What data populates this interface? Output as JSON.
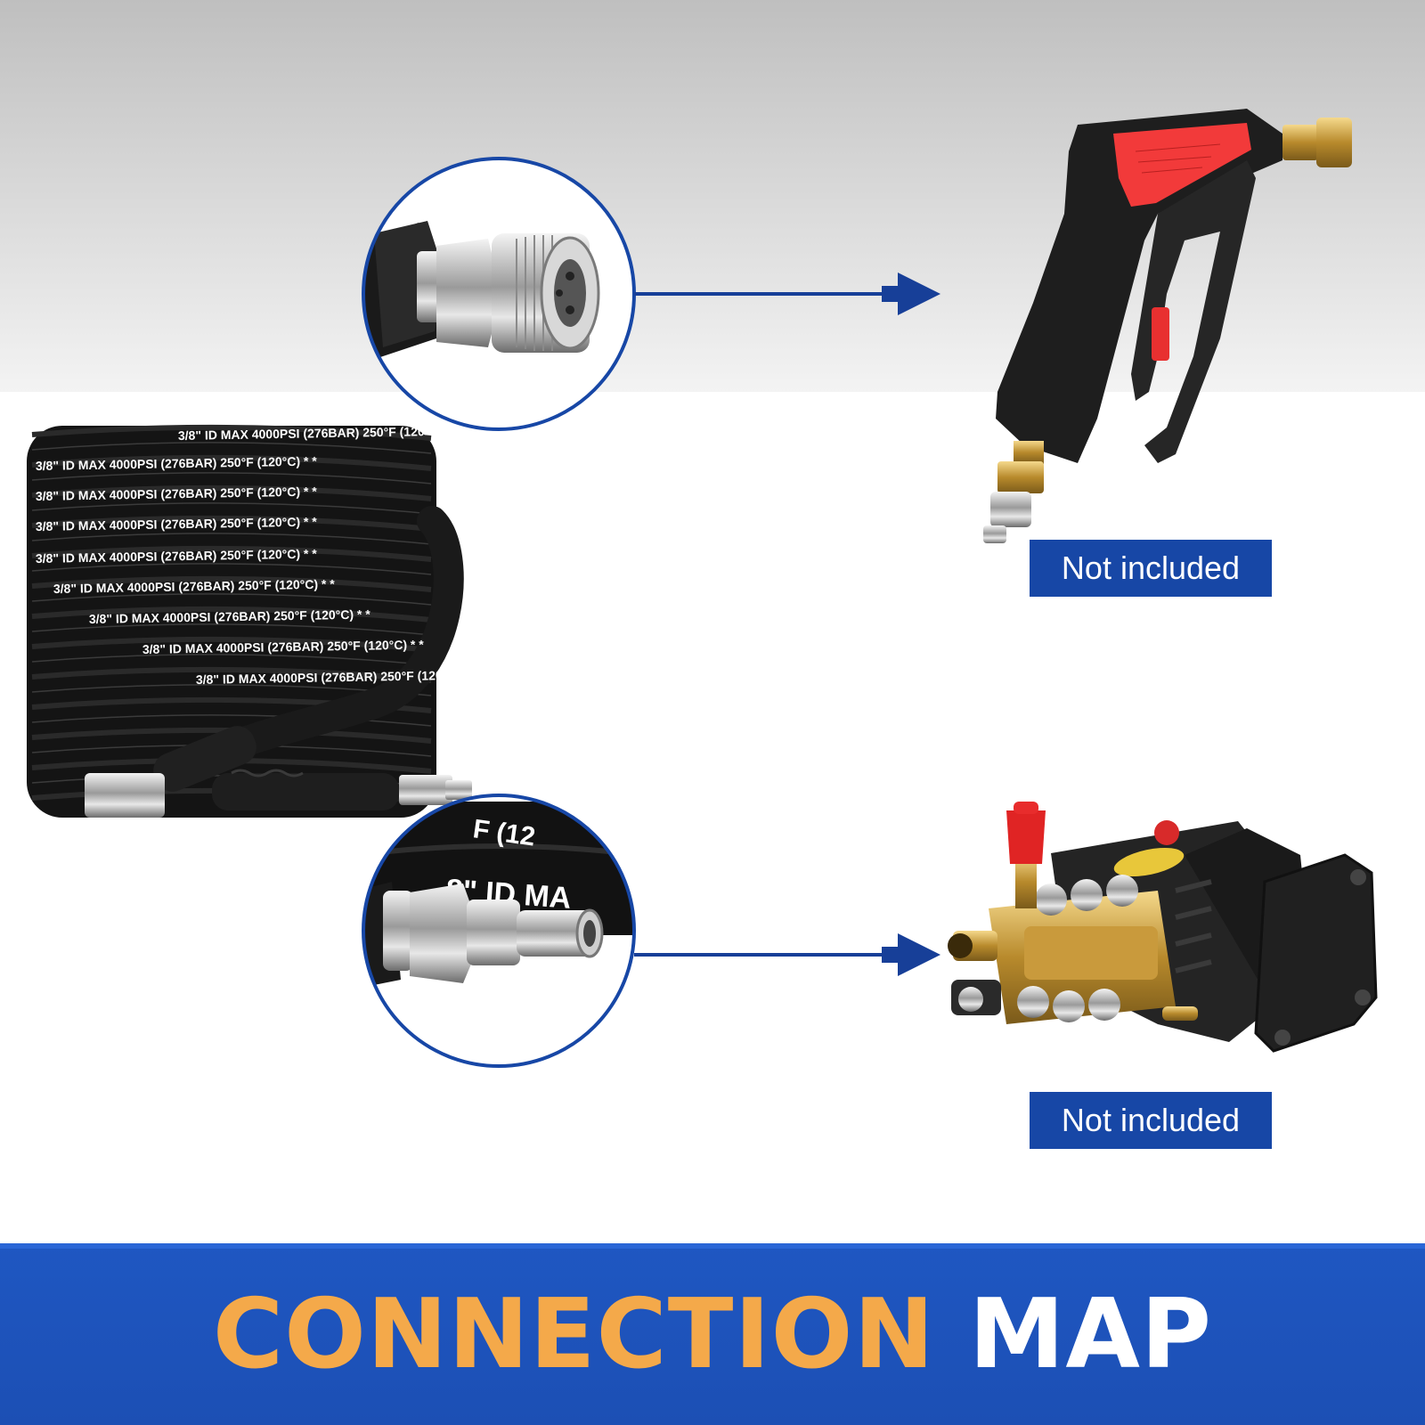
{
  "colors": {
    "accent_blue": "#1747a6",
    "arrow_blue": "#173f98",
    "banner_orange": "#f4a94a",
    "banner_white": "#ffffff",
    "trigger_red": "#f23a3a"
  },
  "icons": {
    "spray_gun": "spray-gun-icon",
    "pump": "pressure-washer-pump-icon",
    "hose": "hose-coil-icon",
    "female_coupler": "female-quick-connect-icon",
    "male_plug": "male-quick-connect-icon"
  },
  "hose_print": "3/8\" ID MAX 4000PSI (276BAR) 250°F (120°C) * *",
  "labels": {
    "gun_status": "Not included",
    "pump_status": "Not included"
  },
  "banner": {
    "word1": "CONNECTION",
    "word2": "MAP"
  }
}
